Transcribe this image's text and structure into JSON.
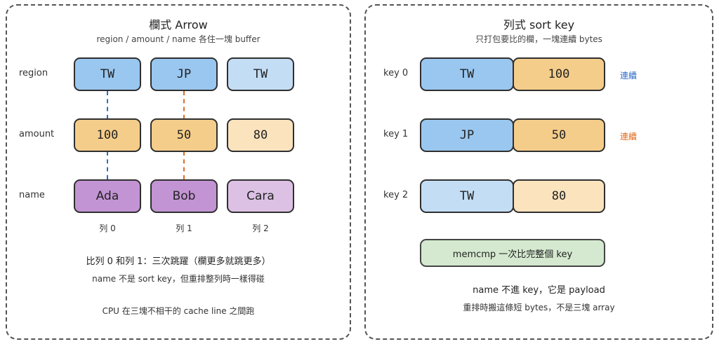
{
  "colors": {
    "region_dark": "#9ac7f0",
    "region_light": "#c3ddf5",
    "amount_dark": "#f5cd8a",
    "amount_light": "#fbe3be",
    "name_dark": "#c394d4",
    "name_light": "#dcc1e5",
    "memcmp_box": "#d4e9cf",
    "link_blue": "#2d6cc7",
    "link_orange": "#e06a1c"
  },
  "left": {
    "title": "欄式 Arrow",
    "subtitle": "region / amount / name 各住一塊 buffer",
    "row_labels": [
      "region",
      "amount",
      "name"
    ],
    "region_cells": [
      "TW",
      "JP",
      "TW"
    ],
    "amount_cells": [
      "100",
      "50",
      "80"
    ],
    "name_cells": [
      "Ada",
      "Bob",
      "Cara"
    ],
    "col_labels": [
      "列 0",
      "列 1",
      "列 2"
    ],
    "note_main": "比列 0 和列 1：三次跳躍（欄更多就跳更多）",
    "note_sub": "name 不是 sort key，但重排整列時一樣得碰",
    "note_cpu": "CPU 在三塊不相干的 cache line 之間跑"
  },
  "right": {
    "title": "列式 sort key",
    "subtitle": "只打包要比的欄，一塊連續 bytes",
    "keys": [
      {
        "label": "key 0",
        "region": "TW",
        "amount": "100",
        "tag": "連續"
      },
      {
        "label": "key 1",
        "region": "JP",
        "amount": "50",
        "tag": "連續"
      },
      {
        "label": "key 2",
        "region": "TW",
        "amount": "80"
      }
    ],
    "memcmp": "memcmp 一次比完整個 key",
    "note_main": "name 不進 key，它是 payload",
    "note_sub": "重排時搬這條短 bytes，不是三塊 array"
  }
}
